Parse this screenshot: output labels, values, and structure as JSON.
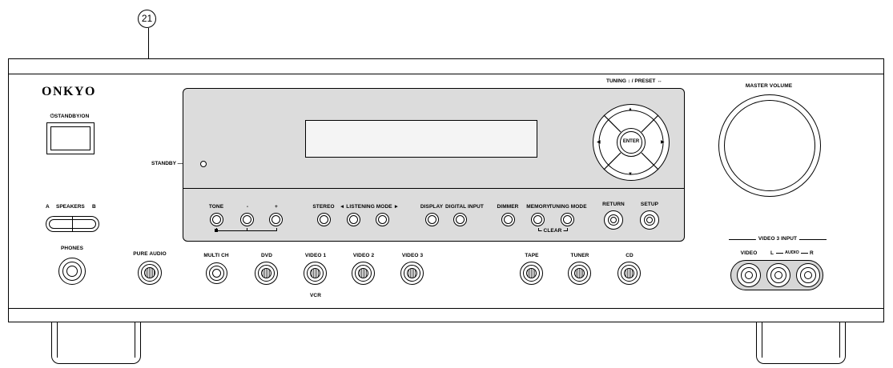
{
  "callout": {
    "number": "21"
  },
  "brand": "ONKYO",
  "standby_on_label": "⏻STANDBY/ON",
  "standby_indicator_label": "STANDBY —",
  "speakers": {
    "a": "A",
    "label": "SPEAKERS",
    "b": "B"
  },
  "phones_label": "PHONES",
  "pure_audio_label": "PURE AUDIO",
  "tuning_preset_label": "TUNING ↕ / PRESET ↔",
  "enter_label": "ENTER",
  "master_volume_label": "MASTER VOLUME",
  "panel_buttons": {
    "tone": "TONE",
    "minus": "-",
    "plus": "+",
    "stereo": "STEREO",
    "listening_mode": "◄ LISTENING MODE ►",
    "display": "DISPLAY",
    "digital_input": "DIGITAL INPUT",
    "dimmer": "DIMMER",
    "memory": "MEMORY",
    "tuning_mode": "TUNING MODE",
    "clear": "CLEAR",
    "return": "RETURN",
    "setup": "SETUP"
  },
  "inputs": {
    "multi_ch": "MULTI CH",
    "dvd": "DVD",
    "video1": "VIDEO 1",
    "vcr": "VCR",
    "video2": "VIDEO 2",
    "video3": "VIDEO 3",
    "tape": "TAPE",
    "tuner": "TUNER",
    "cd": "CD"
  },
  "video3_input": {
    "title": "VIDEO 3 INPUT",
    "video": "VIDEO",
    "l": "L",
    "audio": "AUDIO",
    "r": "R"
  }
}
